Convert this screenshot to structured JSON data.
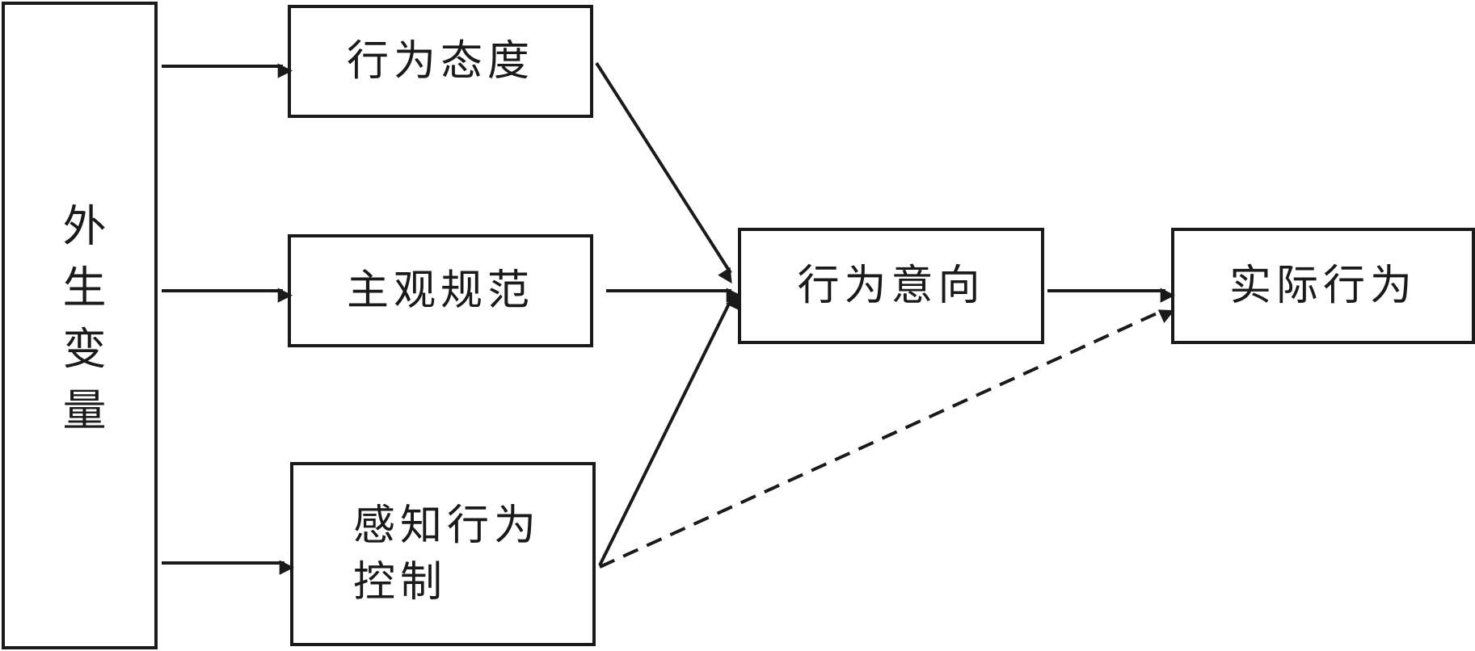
{
  "nodes": {
    "external_variables": "外生变量",
    "attitude": "行为态度",
    "subjective_norm": "主观规范",
    "perceived_behavioral_control": "感知行为\n控制",
    "intention": "行为意向",
    "actual_behavior": "实际行为"
  },
  "edges": [
    {
      "from": "external_variables",
      "to": "attitude",
      "style": "solid"
    },
    {
      "from": "external_variables",
      "to": "subjective_norm",
      "style": "solid"
    },
    {
      "from": "external_variables",
      "to": "perceived_behavioral_control",
      "style": "solid"
    },
    {
      "from": "attitude",
      "to": "intention",
      "style": "solid"
    },
    {
      "from": "subjective_norm",
      "to": "intention",
      "style": "solid"
    },
    {
      "from": "perceived_behavioral_control",
      "to": "intention",
      "style": "solid"
    },
    {
      "from": "intention",
      "to": "actual_behavior",
      "style": "solid"
    },
    {
      "from": "perceived_behavioral_control",
      "to": "actual_behavior",
      "style": "dashed"
    }
  ],
  "colors": {
    "line": "#1a1a1a",
    "background": "#ffffff"
  }
}
